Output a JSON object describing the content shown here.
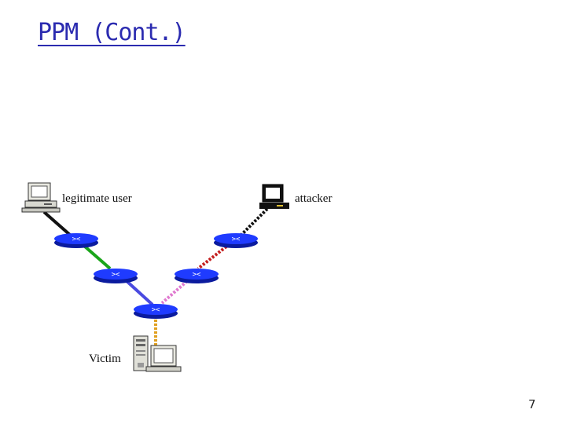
{
  "slide": {
    "title": "PPM (Cont.)",
    "page_number": "7"
  },
  "diagram": {
    "nodes": {
      "legitimate_user": "legitimate user",
      "attacker": "attacker",
      "victim": "Victim"
    },
    "colors": {
      "title": "#2b2bb0",
      "router": "#1f3bff",
      "user_link": "#111111",
      "user_path_green": "#1aa51a",
      "user_path_blue": "#4a4ae0",
      "attacker_link": "#111111",
      "attacker_path_red": "#c41e1e",
      "attacker_path_pink": "#e07ad0",
      "victim_link_orange": "#e0a020"
    }
  }
}
